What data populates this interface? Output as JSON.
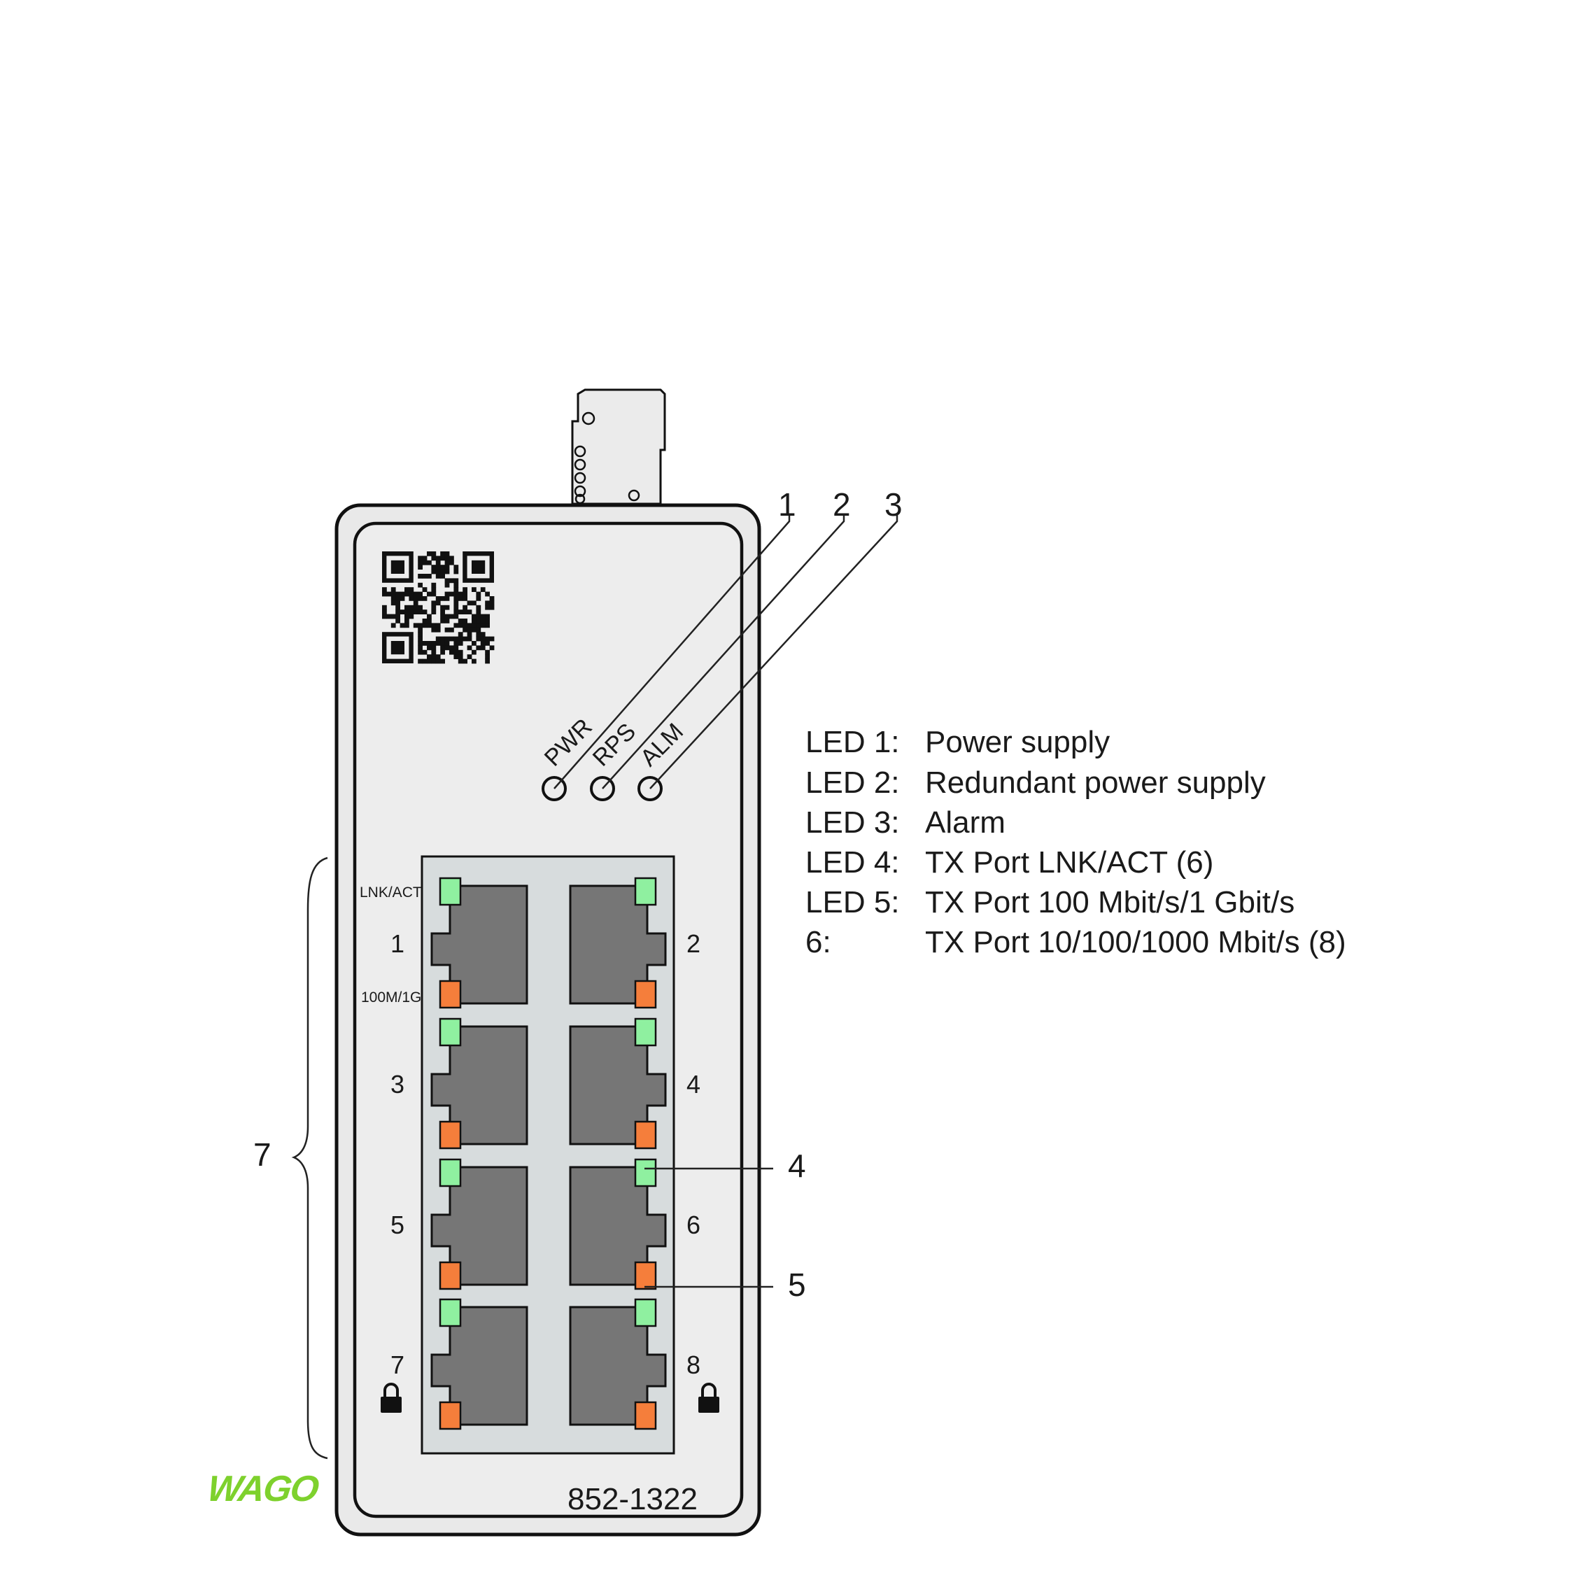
{
  "device": {
    "model": "852-1322",
    "brand_logo_text": "WAGO",
    "status_leds": [
      {
        "label": "PWR"
      },
      {
        "label": "RPS"
      },
      {
        "label": "ALM"
      }
    ],
    "port_led_labels": {
      "top": "LNK/ACT",
      "bottom": "100M/1G"
    },
    "ports": [
      "1",
      "2",
      "3",
      "4",
      "5",
      "6",
      "7",
      "8"
    ]
  },
  "callouts": {
    "c1": "1",
    "c2": "2",
    "c3": "3",
    "c4": "4",
    "c5": "5",
    "c7": "7"
  },
  "legend": [
    {
      "key": "LED 1:",
      "value": "Power supply"
    },
    {
      "key": "LED 2:",
      "value": "Redundant power supply"
    },
    {
      "key": "LED 3:",
      "value": "Alarm"
    },
    {
      "key": "LED 4:",
      "value": "TX Port LNK/ACT (6)"
    },
    {
      "key": "LED 5:",
      "value": "TX Port 100 Mbit/s/1 Gbit/s"
    },
    {
      "key": "6:",
      "value": "TX Port 10/100/1000 Mbit/s (8)"
    }
  ],
  "colors": {
    "housing": "#e9e9e9",
    "port_area": "#d7dcdd",
    "port_body": "#767676",
    "led_green": "#8ff0a0",
    "led_orange": "#f57e3b",
    "logo_green": "#7ed12d"
  },
  "icons": [
    "qr-code-icon",
    "lock-icon",
    "wago-logo-icon"
  ]
}
